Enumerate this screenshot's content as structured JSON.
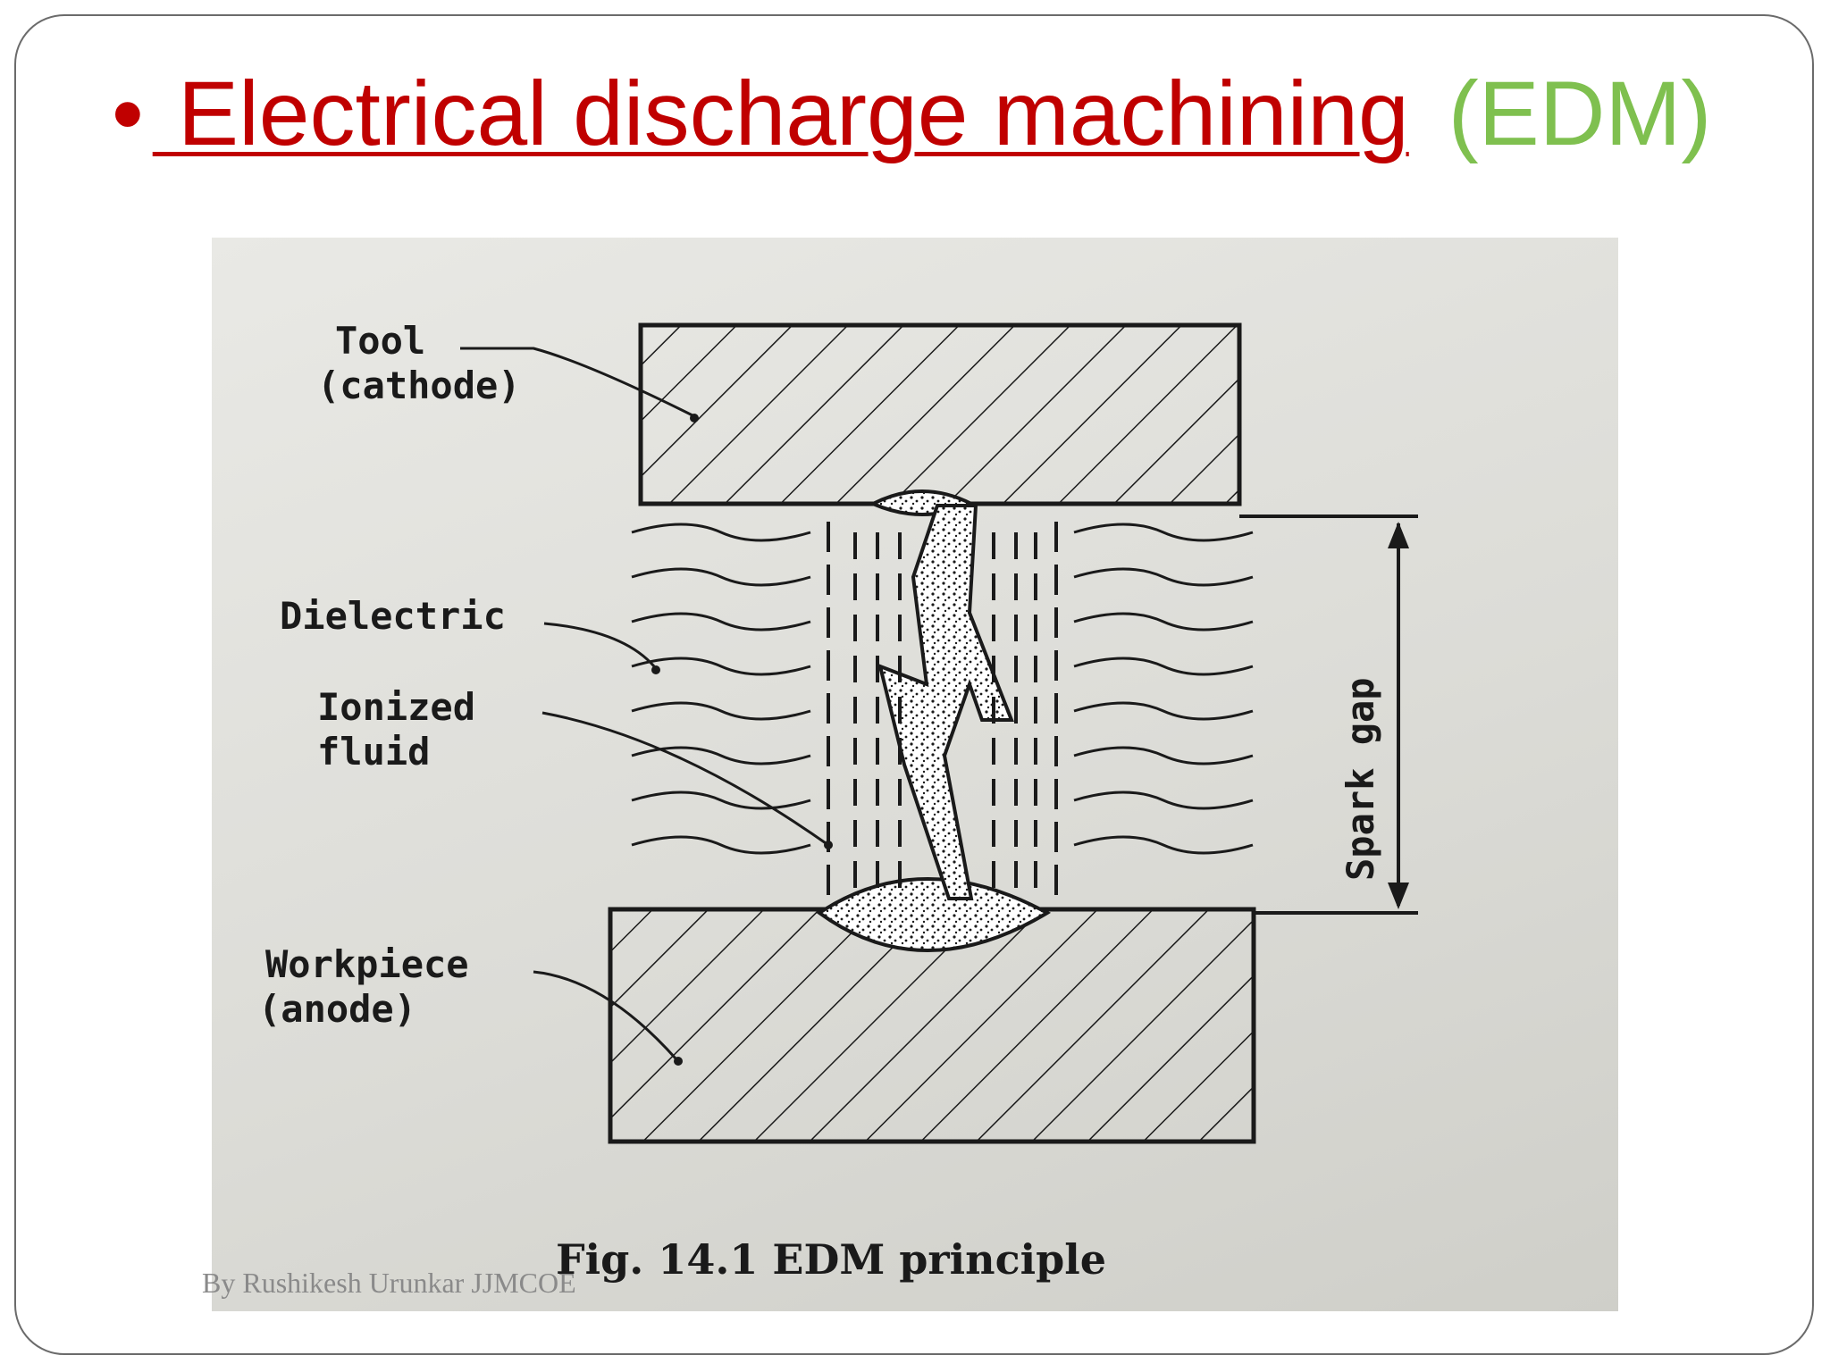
{
  "slide": {
    "bullet": "•",
    "title_link": " Electrical discharge machining",
    "title_abbr": "(EDM)",
    "footer": "By Rushikesh Urunkar JJMCOE"
  },
  "figure": {
    "labels": {
      "tool": "Tool",
      "tool_sub": "(cathode)",
      "dielectric": "Dielectric",
      "ionized": "Ionized",
      "ionized_sub": "fluid",
      "workpiece": "Workpiece",
      "workpiece_sub": "(anode)",
      "spark_gap": "Spark gap"
    },
    "caption": "Fig. 14.1 EDM principle"
  },
  "colors": {
    "title_red": "#c00000",
    "title_green": "#7fc04f",
    "ink": "#1a1a1a"
  }
}
